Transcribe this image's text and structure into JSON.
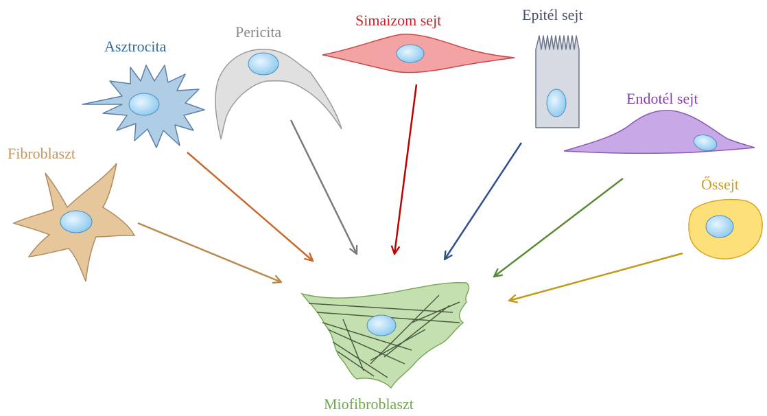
{
  "diagram": {
    "target": {
      "label": "Miofibroblaszt",
      "color": "#70a84c"
    },
    "sources": [
      {
        "id": "fibroblaszt",
        "label": "Fibroblaszt",
        "color": "#c4955c",
        "arrow_color": "#b88a4c"
      },
      {
        "id": "asztrocita",
        "label": "Asztrocita",
        "color": "#2e6aa0",
        "arrow_color": "#c8692c"
      },
      {
        "id": "pericita",
        "label": "Pericita",
        "color": "#8a8a8a",
        "arrow_color": "#7a7a7a"
      },
      {
        "id": "simaizom",
        "label": "Simaizom sejt",
        "color": "#c8202a",
        "arrow_color": "#c00000"
      },
      {
        "id": "epitel",
        "label": "Epitél sejt",
        "color": "#46506a",
        "arrow_color": "#2f4f8f"
      },
      {
        "id": "endotel",
        "label": "Endotél sejt",
        "color": "#8a3fb0",
        "arrow_color": "#5a8a34"
      },
      {
        "id": "ossejt",
        "label": "Őssejt",
        "color": "#c8a020",
        "arrow_color": "#c09a18"
      }
    ]
  }
}
